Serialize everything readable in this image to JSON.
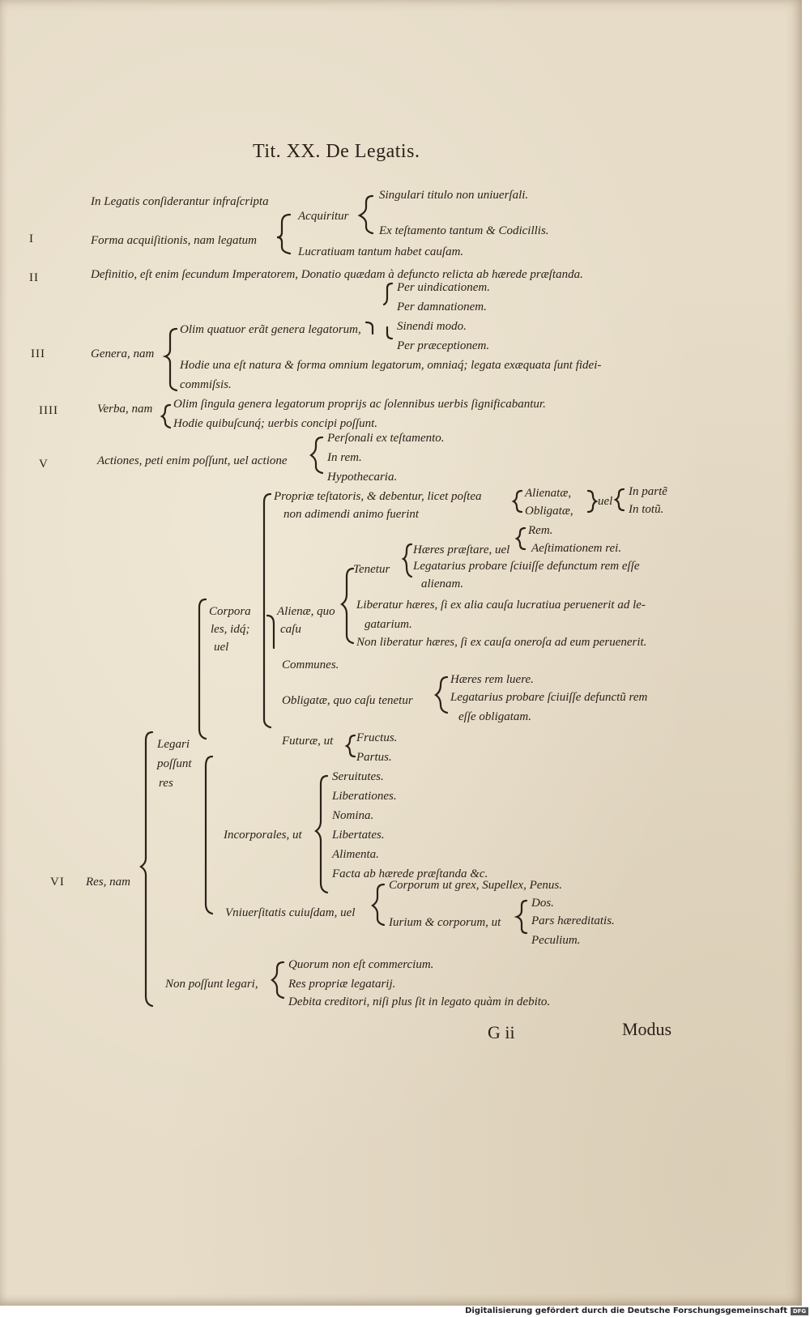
{
  "title": "Tit. XX. De Legatis.",
  "numerals": {
    "i": "I",
    "ii": "II",
    "iii": "III",
    "iiii": "IIII",
    "v": "V",
    "vi": "VI"
  },
  "intro": "In Legatis conſiderantur infraſcripta",
  "forma": {
    "label": "Forma acquiſitionis, nam legatum",
    "acquiritur": "Acquiritur",
    "singulari": "Singulari titulo non uniuerſali.",
    "ex_testamento": "Ex teſtamento tantum & Codicillis.",
    "lucratiuam": "Lucratiuam tantum habet cauſam."
  },
  "definitio": "Definitio, eſt enim ſecundum Imperatorem, Donatio quædam à defuncto relicta ab hærede præſtanda.",
  "genera": {
    "label": "Genera, nam",
    "olim": "Olim quatuor erãt genera legatorum,",
    "items": [
      "Per uindicationem.",
      "Per damnationem.",
      "Sinendi modo.",
      "Per præceptionem."
    ],
    "hodie_1": "Hodie una eſt natura & forma omnium legatorum, omniaq́; legata exæquata ſunt fidei-",
    "hodie_2": "commiſsis."
  },
  "verba": {
    "label": "Verba, nam",
    "olim": "Olim ſingula genera legatorum proprijs ac ſolennibus uerbis ſignificabantur.",
    "hodie": "Hodie quibuſcunq́; uerbis concipi poſſunt."
  },
  "actiones": {
    "label": "Actiones, peti enim poſſunt, uel actione",
    "items": [
      "Perſonali ex teſtamento.",
      "In rem.",
      "Hypothecaria."
    ]
  },
  "res": {
    "label": "Res, nam",
    "legari_1": "Legari",
    "legari_2": "poſſunt",
    "legari_3": "res",
    "corporales_1": "Corpora",
    "corporales_2": "les, idq́;",
    "corporales_3": "uel",
    "propriae_1": "Propriæ teſtatoris, & debentur, licet poſtea",
    "propriae_2": "non adimendi animo fuerint",
    "alienatae": "Alienatæ,",
    "obligatae_s": "Obligatæ,",
    "uel": "uel",
    "in_parte": "In partẽ",
    "in_toto": "In totũ.",
    "rem": "Rem.",
    "aestimationem": "Aeſtimationem rei.",
    "heres_praestare": "Hæres præſtare, uel",
    "tenetur": "Tenetur",
    "legatarius_1": "Legatarius probare ſciuiſſe defunctum rem eſſe",
    "legatarius_2": "alienam.",
    "alienae_1": "Alienæ, quo",
    "alienae_2": "caſu",
    "liberatur_1": "Liberatur hæres, ſi ex alia cauſa lucratiua peruenerit ad le-",
    "liberatur_2": "gatarium.",
    "non_liberatur": "Non liberatur hæres, ſi ex cauſa oneroſa ad eum peruenerit.",
    "communes": "Communes.",
    "obligatae": "Obligatæ, quo caſu tenetur",
    "heres_luere": "Hæres rem luere.",
    "legatarius_obl_1": "Legatarius probare ſciuiſſe defunctũ rem",
    "legatarius_obl_2": "eſſe obligatam.",
    "futurae": "Futuræ, ut",
    "fructus": "Fructus.",
    "partus": "Partus.",
    "incorporales": "Incorporales, ut",
    "incorporales_items": [
      "Seruitutes.",
      "Liberationes.",
      "Nomina.",
      "Libertates.",
      "Alimenta.",
      "Facta ab hærede præſtanda &c."
    ],
    "vniuersitatis": "Vniuerſitatis cuiuſdam, uel",
    "corporum": "Corporum ut grex, Supellex, Penus.",
    "iurium": "Iurium & corporum, ut",
    "dos": "Dos.",
    "pars": "Pars hæreditatis.",
    "peculium": "Peculium.",
    "non_possunt": "Non poſſunt legari,",
    "non_possunt_items": [
      "Quorum non eſt commercium.",
      "Res propriæ legatarij.",
      "Debita creditori, niſi plus ſit in legato quàm in debito."
    ]
  },
  "signature": "G ii",
  "catchword": "Modus",
  "footer": "Digitalisierung gefördert durch die Deutsche Forschungsgemeinschaft",
  "footer_logo": "DFG"
}
